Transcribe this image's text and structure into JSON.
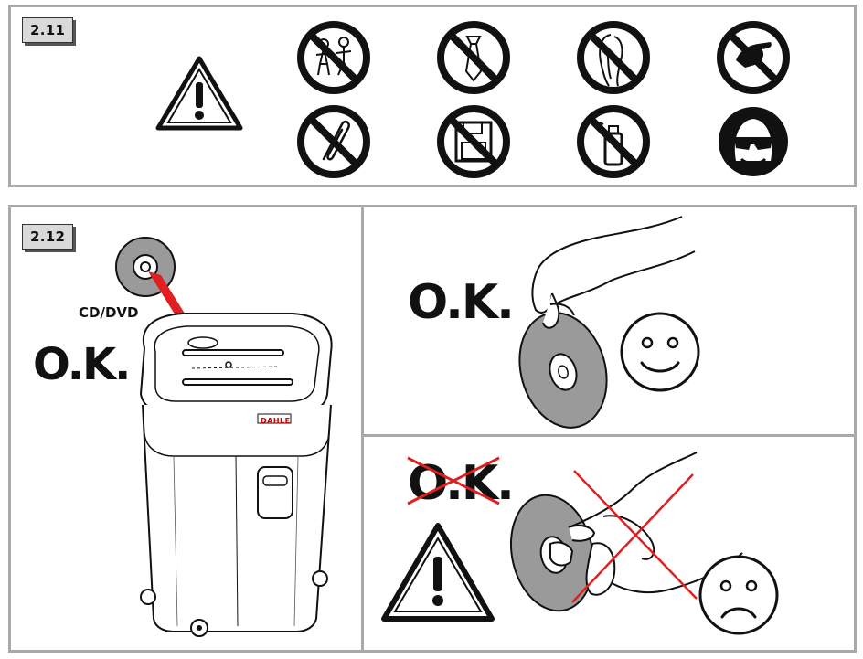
{
  "section_211": {
    "label": "2.11",
    "warning_icon": "warning-triangle-icon",
    "prohibition_icons": [
      "no-children-icon",
      "no-loose-clothing-tie-icon",
      "no-long-hair-icon",
      "no-hands-icon",
      "no-paper-clips-icon",
      "no-floppy-disk-icon",
      "no-aerosol-spray-icon",
      "wear-eye-protection-icon"
    ]
  },
  "section_212": {
    "label": "2.12",
    "cd_label": "CD/DVD",
    "ok_main": "O.K.",
    "ok_correct": "O.K.",
    "ok_wrong": "O.K.",
    "brand": "DAHLE",
    "colors": {
      "accent_red": "#e02020",
      "border": "#a9a9a9",
      "tag_bg": "#d9d9d9",
      "disc_gray": "#9a9a9a"
    }
  }
}
